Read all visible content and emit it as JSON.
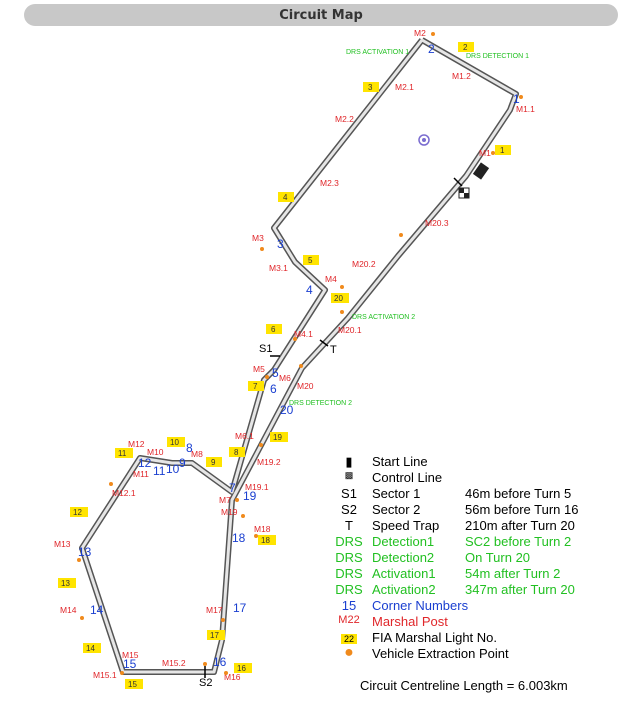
{
  "title": "Circuit Map",
  "colors": {
    "corner": "#1a3fd0",
    "marshal": "#e0262a",
    "drs": "#22c022",
    "light_fill": "#ffe400",
    "extraction": "#f08a1c",
    "track": "#555555"
  },
  "corners": [
    "1",
    "2",
    "3",
    "4",
    "5",
    "6",
    "7",
    "8",
    "9",
    "10",
    "11",
    "12",
    "13",
    "14",
    "15",
    "16",
    "17",
    "18",
    "19",
    "20"
  ],
  "marshal_posts": [
    "M1",
    "M1.1",
    "M1.2",
    "M2",
    "M2.1",
    "M2.2",
    "M2.3",
    "M3",
    "M3.1",
    "M4",
    "M4.1",
    "M5",
    "M6",
    "M6.1",
    "M7",
    "M8",
    "M10",
    "M11",
    "M12",
    "M12.1",
    "M13",
    "M14",
    "M15",
    "M15.1",
    "M15.2",
    "M16",
    "M17",
    "M18",
    "M19",
    "M19.1",
    "M19.2",
    "M20",
    "M20.1",
    "M20.2",
    "M20.3"
  ],
  "light_numbers": [
    "1",
    "2",
    "3",
    "4",
    "5",
    "6",
    "7",
    "8",
    "9",
    "10",
    "11",
    "12",
    "13",
    "14",
    "15",
    "16",
    "17",
    "18",
    "19",
    "20"
  ],
  "drs_labels": [
    "DRS ACTIVATION 1",
    "DRS DETECTION 1",
    "DRS ACTIVATION 2",
    "DRS DETECTION 2"
  ],
  "sector_labels": [
    "S1",
    "S2",
    "T"
  ],
  "legend": {
    "start_line": "Start Line",
    "control_line": "Control Line",
    "s1": {
      "sym": "S1",
      "name": "Sector 1",
      "desc": "46m before Turn 5"
    },
    "s2": {
      "sym": "S2",
      "name": "Sector 2",
      "desc": "56m before Turn 16"
    },
    "t": {
      "sym": "T",
      "name": "Speed Trap",
      "desc": "210m after Turn 20"
    },
    "drs_det1": {
      "sym": "DRS",
      "name": "Detection1",
      "desc": "SC2 before Turn 2"
    },
    "drs_det2": {
      "sym": "DRS",
      "name": "Detection2",
      "desc": "On Turn 20"
    },
    "drs_act1": {
      "sym": "DRS",
      "name": "Activation1",
      "desc": "54m after Turn 2"
    },
    "drs_act2": {
      "sym": "DRS",
      "name": "Activation2",
      "desc": "347m after Turn 20"
    },
    "corner_numbers": {
      "sym": "15",
      "name": "Corner Numbers"
    },
    "marshal_post": {
      "sym": "M22",
      "name": "Marshal Post"
    },
    "light_no": {
      "sym": "22",
      "name": "FIA Marshal Light No."
    },
    "extraction": {
      "name": "Vehicle Extraction Point"
    }
  },
  "centreline_length": "Circuit Centreline Length = 6.003km"
}
